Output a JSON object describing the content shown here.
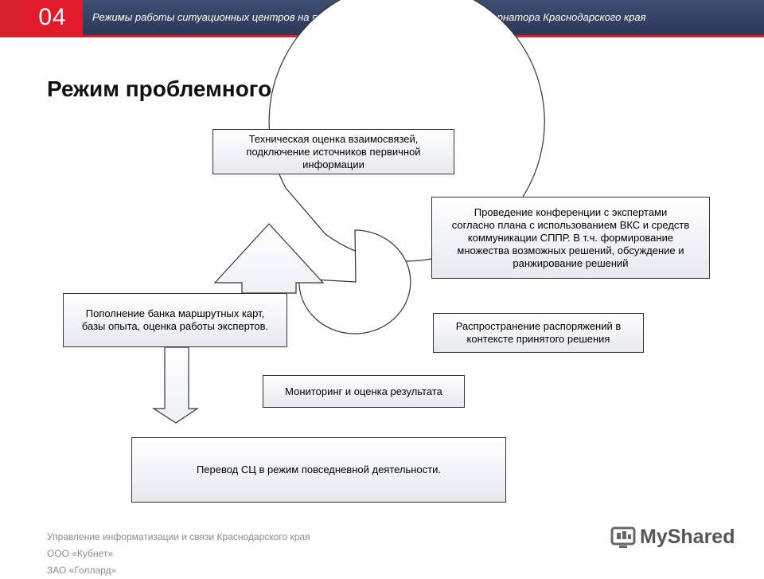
{
  "header": {
    "slide_number": "04",
    "title": "Режимы работы ситуационных центров на примере ситуационного центра губернатора Краснодарского края"
  },
  "page_title": "Режим проблемного мониторинга",
  "boxes": {
    "tech_assessment": "Техническая оценка взаимосвязей,\nподключение источников первичной\nинформации",
    "expert_conference": "Проведение конференции с экспертами\nсогласно плана с использованием ВКС и средств\nкоммуникации СППР. В т.ч. формирование\nмножества возможных решений, обсуждение и\nранжирование решений",
    "orders_distribution": "Распространение распоряжений в\nконтексте принятого решения",
    "monitoring_evaluation": "Мониторинг и оценка результата",
    "route_maps": "Пополнение банка маршрутных карт,\nбазы опыта, оценка работы экспертов.",
    "daily_mode": "Перевод СЦ в режим повседневной деятельности."
  },
  "footer": {
    "lines": "Управление информатизации и связи Краснодарского края\nООО «Кубнет»\nЗАО «Голлард»"
  },
  "logo": {
    "text": "MyShared",
    "icon": "myshared-logo-icon"
  },
  "colors": {
    "accent_red": "#e21b2a",
    "header_navy": "#2f3b5c"
  }
}
